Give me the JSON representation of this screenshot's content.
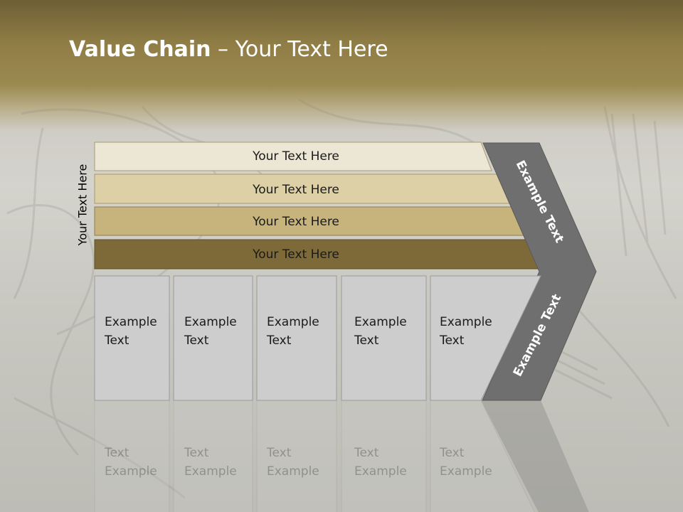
{
  "title": {
    "bold": "Value Chain",
    "rest": " – Your Text Here"
  },
  "side_label": "Your Text Here",
  "bands": [
    {
      "label": "Your Text Here",
      "color": "#ece6d5"
    },
    {
      "label": "Your Text Here",
      "color": "#ddd0a6"
    },
    {
      "label": "Your Text Here",
      "color": "#c6b47c"
    },
    {
      "label": "Your Text Here",
      "color": "#7e6a38"
    }
  ],
  "boxes": [
    {
      "line1": "Example",
      "line2": "Text"
    },
    {
      "line1": "Example",
      "line2": "Text"
    },
    {
      "line1": "Example",
      "line2": "Text"
    },
    {
      "line1": "Example",
      "line2": "Text"
    },
    {
      "line1": "Example",
      "line2": "Text"
    }
  ],
  "arrow_labels": {
    "upper": "Example Text",
    "lower": "Example Text"
  },
  "colors": {
    "arrow": "#6f6f6f",
    "box": "#cdcdcd",
    "title_bar": "#8f7d45"
  }
}
